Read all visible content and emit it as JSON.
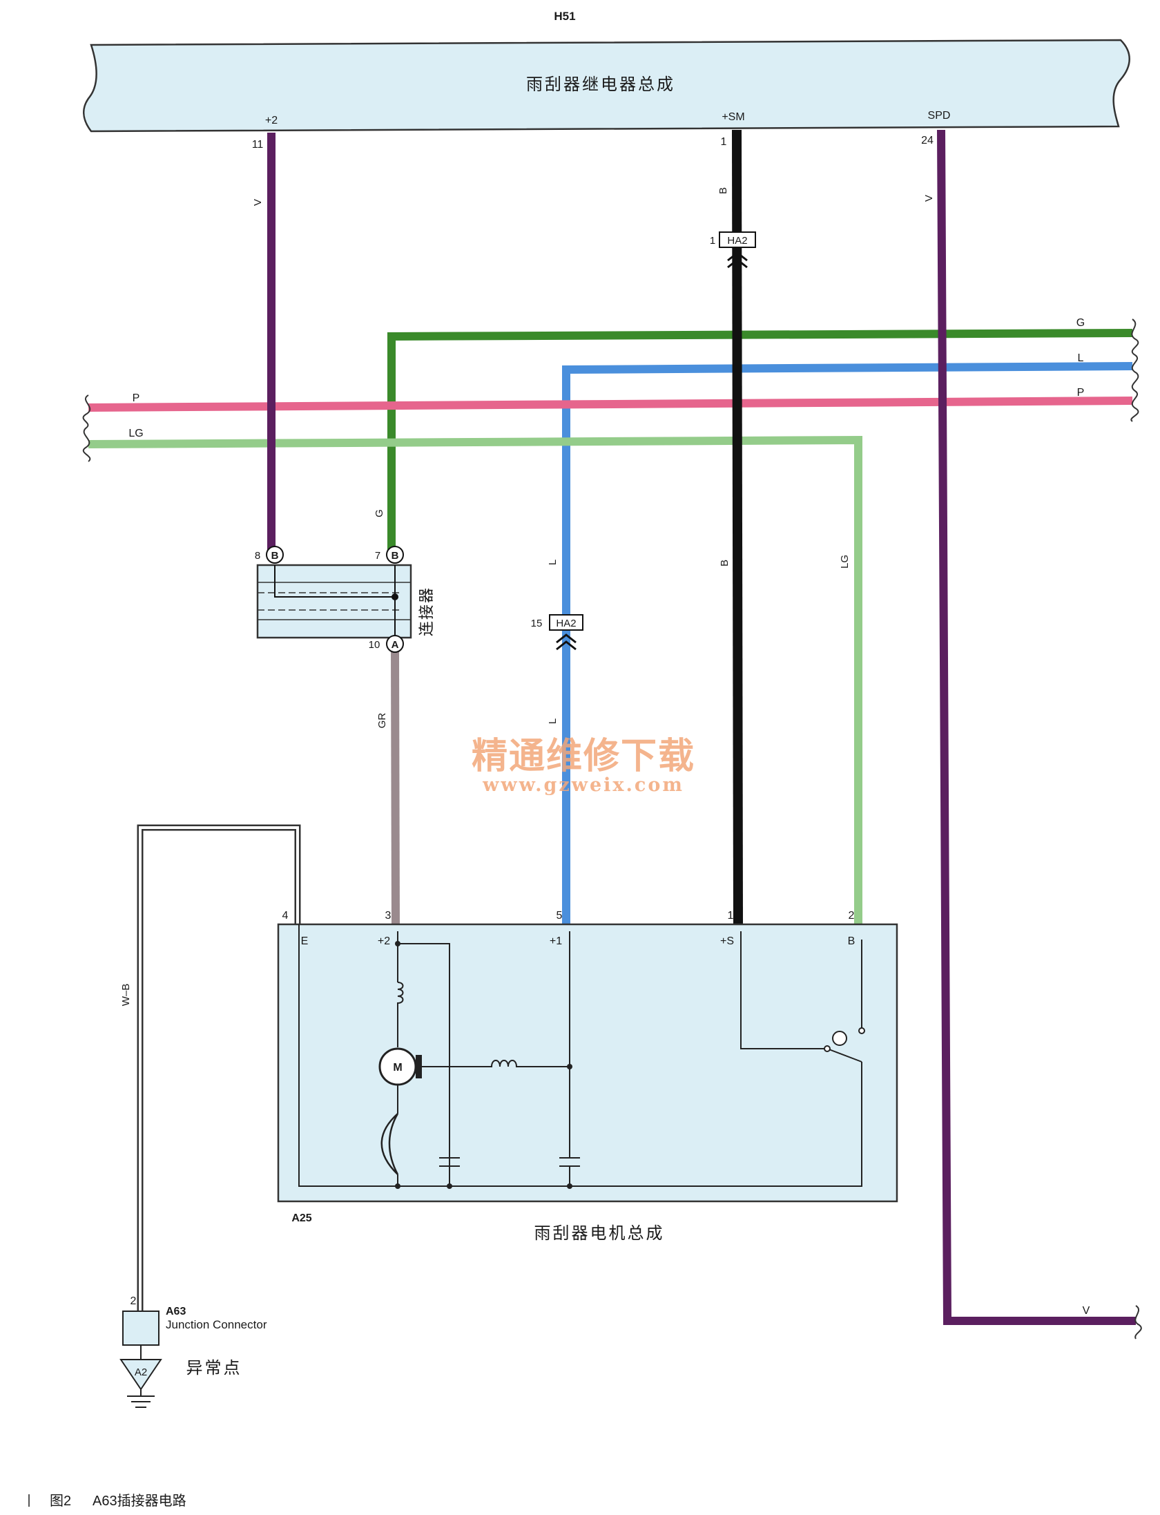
{
  "diagram": {
    "relay_code": "H51",
    "relay_name": "雨刮器继电器总成",
    "relay_pins": [
      {
        "name": "+2",
        "num": "11"
      },
      {
        "name": "+SM",
        "num": "1"
      },
      {
        "name": "SPD",
        "num": "24"
      }
    ],
    "wires": {
      "purple_left": "V",
      "black": "B",
      "purple_right": "V",
      "green": "G",
      "blue": "L",
      "pink": "P",
      "light_green": "LG",
      "gray": "GR",
      "ground": "W–B"
    },
    "bus_labels": {
      "right_g": "G",
      "right_l": "L",
      "right_p": "P",
      "left_p": "P",
      "left_lg": "LG",
      "bottom_v": "V"
    },
    "inline_connectors": [
      {
        "code": "HA2",
        "num": "1"
      },
      {
        "code": "HA2",
        "num": "15"
      }
    ],
    "joint_connector": {
      "name": "连接器",
      "pins": [
        {
          "num": "8",
          "letter": "B"
        },
        {
          "num": "7",
          "letter": "B"
        },
        {
          "num": "10",
          "letter": "A"
        }
      ]
    },
    "motor": {
      "code": "A25",
      "name": "雨刮器电机总成",
      "motor_symbol": "M",
      "pins": [
        {
          "num": "4",
          "name": "E"
        },
        {
          "num": "3",
          "name": "+2"
        },
        {
          "num": "5",
          "name": "+1"
        },
        {
          "num": "1",
          "name": "+S"
        },
        {
          "num": "2",
          "name": "B"
        }
      ]
    },
    "junction": {
      "code": "A63",
      "name": "Junction Connector",
      "pin": "2",
      "ground_code": "A2",
      "fault_note": "异常点"
    },
    "watermark": {
      "cn": "精通维修下载",
      "url": "www.gzweix.com"
    }
  },
  "caption": {
    "figure": "图2",
    "title": "A63插接器电路"
  },
  "colors": {
    "violet": "#5b1f5f",
    "black": "#111111",
    "green": "#3a8a2a",
    "blue": "#4a8fdc",
    "pink": "#e6658d",
    "light_green": "#94cc8a",
    "gray_wire": "#9a8a8e",
    "panel": "#dbeef5",
    "watermark": "#f2a779"
  }
}
